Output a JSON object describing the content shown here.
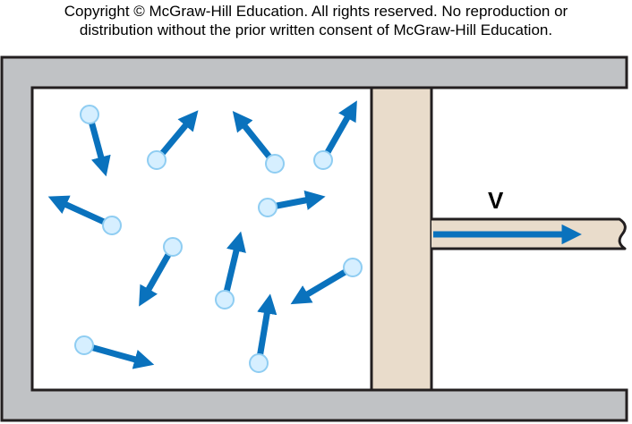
{
  "copyright": {
    "line1": "Copyright © McGraw-Hill Education.  All rights reserved. No reproduction or",
    "line2": "distribution without the prior written consent of McGraw-Hill Education."
  },
  "diagram": {
    "velocity_label": "V",
    "colors": {
      "wall": "#c0c2c5",
      "outline": "#231f20",
      "piston": "#e9dccb",
      "molecule_fill": "#d6efff",
      "molecule_stroke": "#8fcdf2",
      "arrow": "#0a72bd",
      "rod_fill": "#e9dccb"
    },
    "molecule_count": 12,
    "icons": [
      "gas-molecule",
      "velocity-arrow"
    ]
  }
}
